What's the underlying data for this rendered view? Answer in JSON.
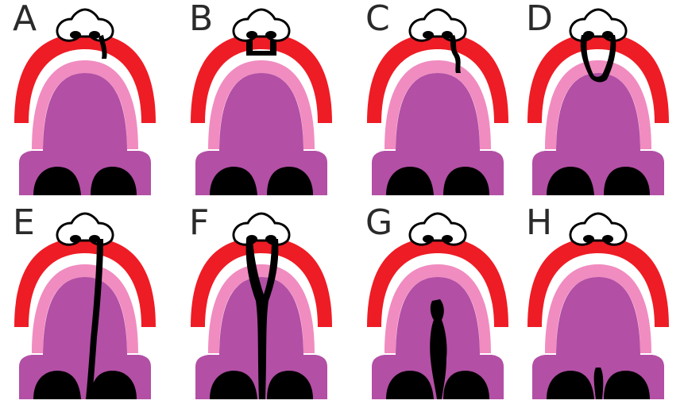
{
  "panels": [
    {
      "label": "A",
      "cleft": "lip-notch"
    },
    {
      "label": "B",
      "cleft": "lip-alveolus-bridge"
    },
    {
      "label": "C",
      "cleft": "unilateral-lip-alveolus"
    },
    {
      "label": "D",
      "cleft": "bilateral-lip-alveolus"
    },
    {
      "label": "E",
      "cleft": "unilateral-complete"
    },
    {
      "label": "F",
      "cleft": "bilateral-complete"
    },
    {
      "label": "G",
      "cleft": "palate-only"
    },
    {
      "label": "H",
      "cleft": "soft-palate-only"
    }
  ],
  "colors": {
    "lip": "#ee1c25",
    "gum": "#f08cc0",
    "palate": "#b34fa5",
    "cleft": "#000000",
    "nose": "#ffffff",
    "outline": "#000000"
  }
}
